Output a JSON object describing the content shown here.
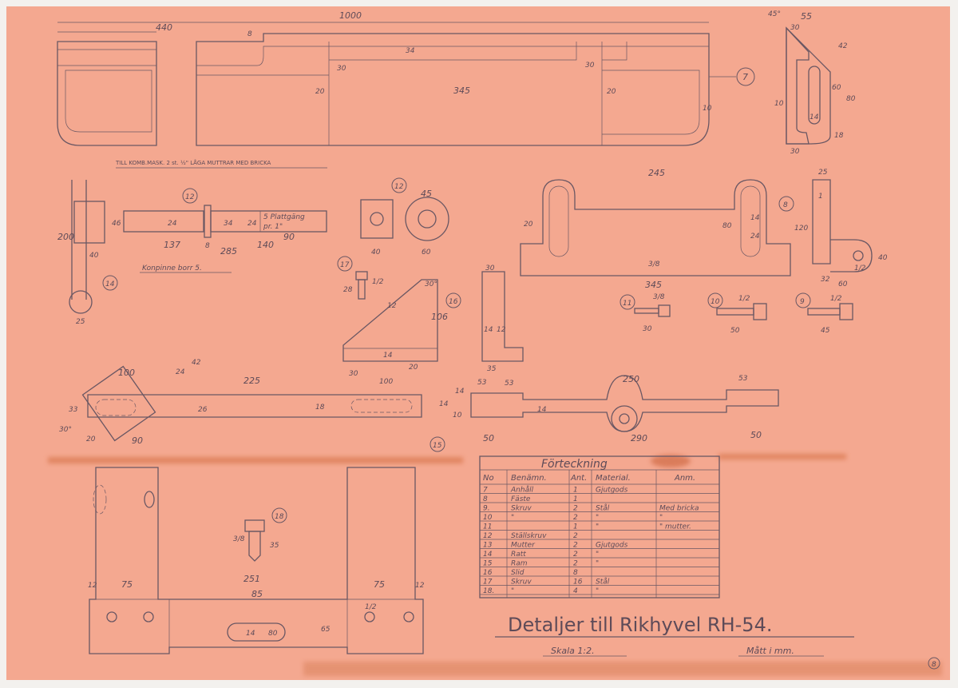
{
  "drawing": {
    "title": "Detaljer till Rikhyvel  RH-54.",
    "scale": "Skala 1:2.",
    "units": "Mått i mm.",
    "sheet_mark": "8",
    "note": "TILL KOMB.MASK. 2 st. ½\" LÅGA MUTTRAR MED BRICKA",
    "pin_note": "Konpinne borr 5.",
    "thread_note_1": "5 Plattgäng",
    "thread_note_2": "pr. 1\""
  },
  "balloons": {
    "b7": "7",
    "b8": "8",
    "b9": "9",
    "b10": "10",
    "b11": "11",
    "b12a": "12",
    "b12b": "12",
    "b14": "14",
    "b15": "15",
    "b16": "16",
    "b17": "17",
    "b18": "18"
  },
  "dims": {
    "top_440": "440",
    "top_1000": "1000",
    "top_345": "345",
    "top_30a": "30",
    "top_30b": "30",
    "top_20a": "20",
    "top_20b": "20",
    "top_10": "10",
    "top_8": "8",
    "top_34": "34",
    "r_45": "45°",
    "r_55": "55",
    "r_30a": "30",
    "r_42": "42",
    "r_60": "60",
    "r_80": "80",
    "r_10": "10",
    "r_14": "14",
    "r_18": "18",
    "r_30b": "30",
    "p_24a": "24",
    "p_34": "34",
    "p_24b": "24",
    "p_46": "46",
    "p_137": "137",
    "p_8": "8",
    "p_285": "285",
    "p_140": "140",
    "p_90": "90",
    "p_200": "200",
    "p_40": "40",
    "p_25": "25",
    "n_40": "40",
    "n_45": "45",
    "n_60": "60",
    "f_245": "245",
    "f_20": "20",
    "f_80": "80",
    "f_14": "14",
    "f_24": "24",
    "f_345": "345",
    "f_38": "3/8",
    "f_120": "120",
    "f_25": "25",
    "f_1": "1",
    "f_32": "32",
    "f_60": "60",
    "f_40": "40",
    "f_12": "1/2",
    "k_28": "28",
    "k_12": "1/2",
    "w_106": "106",
    "w_30deg": "30°",
    "w_30": "30",
    "w_100": "100",
    "w_20": "20",
    "w_14": "14",
    "w_12": "12",
    "s_30": "30",
    "s_14": "14",
    "s_12": "12",
    "s_35": "35",
    "s_53": "53",
    "sc11_38": "3/8",
    "sc11_30": "30",
    "sc10_12": "1/2",
    "sc10_50": "50",
    "sc9_12": "1/2",
    "sc9_45": "45",
    "rm_100": "100",
    "rm_225": "225",
    "rm_42": "42",
    "rm_24": "24",
    "rm_33": "33",
    "rm_18": "18",
    "rm_26": "26",
    "rm_30deg": "30°",
    "rm_20": "20",
    "rm_90": "90",
    "rm_14a": "14",
    "rm_14b": "14",
    "rm_10": "10",
    "sl_53": "53",
    "sl_250": "250",
    "sl_14": "14",
    "sl_50a": "50",
    "sl_290": "290",
    "sl_50b": "50",
    "b_38": "3/8",
    "b_35": "35",
    "b_12a": "12",
    "b_75a": "75",
    "b_251": "251",
    "b_75b": "75",
    "b_12b": "12",
    "b_85": "85",
    "b_12c": "1/2",
    "b_14": "14",
    "b_80": "80",
    "b_65": "65"
  },
  "parts_list": {
    "title": "Förteckning",
    "headers": [
      "No",
      "Benämn.",
      "Ant.",
      "Material.",
      "Anm."
    ],
    "rows": [
      [
        "7",
        "Anhåll",
        "1",
        "Gjutgods",
        ""
      ],
      [
        "8",
        "Fäste",
        "1",
        "",
        ""
      ],
      [
        "9.",
        "Skruv",
        "2",
        "Stål",
        "Med bricka"
      ],
      [
        "10",
        "\"",
        "2",
        "\"",
        "\""
      ],
      [
        "11",
        "",
        "1",
        "\"",
        "\" mutter."
      ],
      [
        "12",
        "Ställskruv",
        "2",
        "",
        ""
      ],
      [
        "13",
        "Mutter",
        "2",
        "Gjutgods",
        ""
      ],
      [
        "14",
        "Ratt",
        "2",
        "\"",
        ""
      ],
      [
        "15",
        "Ram",
        "2",
        "\"",
        ""
      ],
      [
        "16",
        "Slid",
        "8",
        "",
        ""
      ],
      [
        "17",
        "Skruv",
        "16",
        "Stål",
        ""
      ],
      [
        "18.",
        "\"",
        "4",
        "\"",
        ""
      ]
    ]
  },
  "colors": {
    "paper": "#f4a890",
    "ink": "#6a5763",
    "stain": "#d9774e"
  }
}
